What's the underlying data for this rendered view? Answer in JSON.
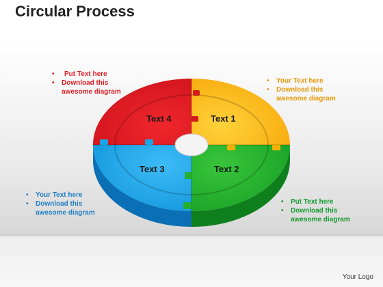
{
  "title": "Circular Process",
  "segments": [
    {
      "label": "Text 1",
      "color": "#ffb400"
    },
    {
      "label": "Text 2",
      "color": "#1fb02c"
    },
    {
      "label": "Text 3",
      "color": "#14a4ea"
    },
    {
      "label": "Text 4",
      "color": "#e8141c"
    }
  ],
  "notes": {
    "red": {
      "color": "#e11b22",
      "items": [
        "Put Text here",
        "Download this awesome diagram"
      ]
    },
    "orange": {
      "color": "#e89b0c",
      "items": [
        "Your Text here",
        "Download this awesome diagram"
      ]
    },
    "blue": {
      "color": "#1f7dc4",
      "items": [
        "Your Text  here",
        "Download this awesome diagram"
      ]
    },
    "green": {
      "color": "#139a2c",
      "items": [
        "Put Text here",
        "Download this awesome diagram"
      ]
    }
  },
  "logo": "Your Logo"
}
